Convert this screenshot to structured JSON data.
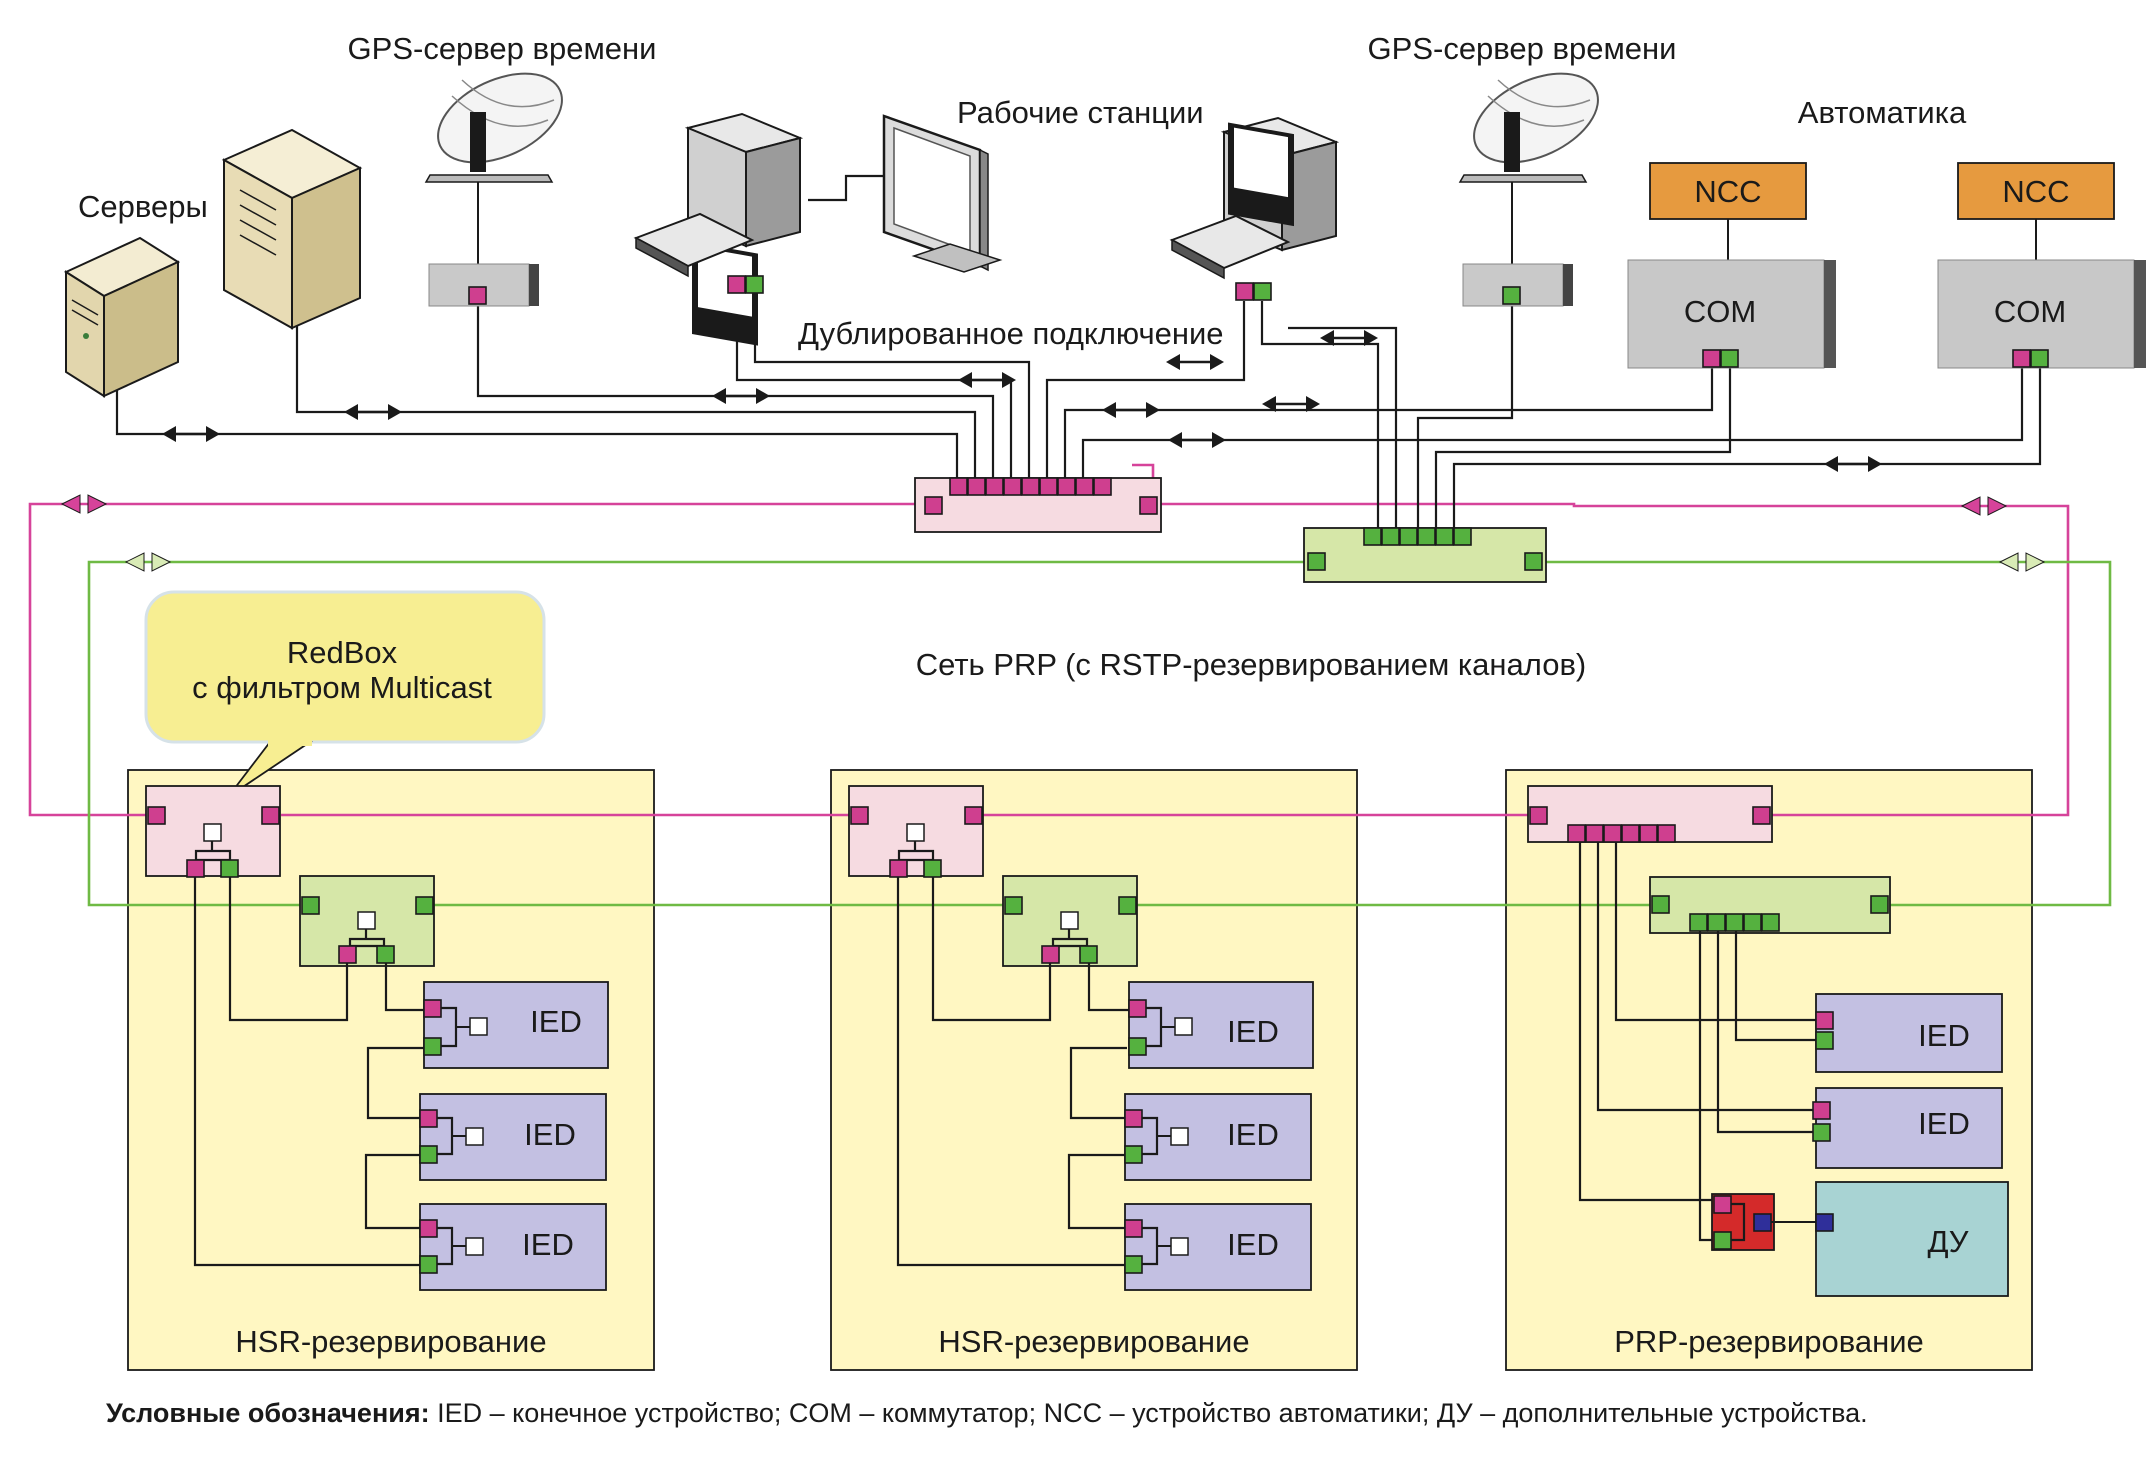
{
  "labels": {
    "gps_left": "GPS-сервер времени",
    "gps_right": "GPS-сервер времени",
    "workstations": "Рабочие станции",
    "automation": "Автоматика",
    "servers": "Серверы",
    "dual_connection": "Дублированное подключение",
    "prp_network": "Сеть PRP (с RSTP-резервированием каналов)",
    "redbox_line1": "RedBox",
    "redbox_line2": "с фильтром Multicast"
  },
  "automation_units": [
    {
      "ncc": "NCC",
      "com": "COM"
    },
    {
      "ncc": "NCC",
      "com": "COM"
    }
  ],
  "zones": [
    {
      "title": "HSR-резервирование",
      "ied": [
        "IED",
        "IED",
        "IED"
      ]
    },
    {
      "title": "HSR-резервирование",
      "ied": [
        "IED",
        "IED",
        "IED"
      ]
    },
    {
      "title": "PRP-резервирование",
      "ied": [
        "IED",
        "IED"
      ],
      "aux": "ДУ"
    }
  ],
  "legend": {
    "title": "Условные обозначения:",
    "text": " IED – конечное устройство; COM – коммутатор; NCC – устройство автоматики; ДУ – дополнительные устройства."
  },
  "colors": {
    "lan_a": "#d6439a",
    "lan_b": "#6fba44",
    "ied": "#c3c0e2",
    "ncc": "#e69a3f",
    "com": "#c8c8c8",
    "zone": "#fff7c2",
    "callout": "#f7ee92",
    "aux_device": "#a8d3d3"
  }
}
